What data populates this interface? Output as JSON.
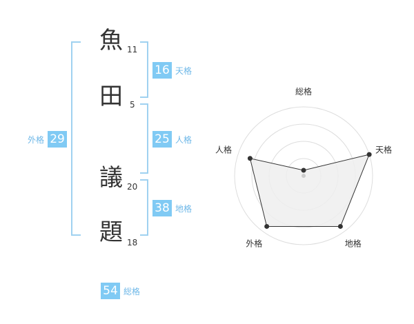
{
  "name": {
    "chars": [
      {
        "char": "魚",
        "strokes": "11"
      },
      {
        "char": "田",
        "strokes": "5"
      },
      {
        "char": "議",
        "strokes": "20"
      },
      {
        "char": "題",
        "strokes": "18"
      }
    ]
  },
  "scores": {
    "tenkaku": {
      "value": "16",
      "label": "天格"
    },
    "jinkaku": {
      "value": "25",
      "label": "人格"
    },
    "chikaku": {
      "value": "38",
      "label": "地格"
    },
    "gaikaku": {
      "value": "29",
      "label": "外格"
    },
    "soukaku": {
      "value": "54",
      "label": "総格"
    }
  },
  "chart_data": {
    "type": "radar",
    "axes": [
      "総格",
      "天格",
      "地格",
      "外格",
      "人格"
    ],
    "values": [
      0.0,
      1.0,
      0.9,
      0.9,
      0.8
    ],
    "rings": 4,
    "colors": {
      "fill": "#efefef",
      "line": "#333333",
      "ring": "#dddddd"
    }
  },
  "colors": {
    "accent": "#80caf4",
    "bracket": "#9fd1f0",
    "label": "#6fb8e8"
  }
}
